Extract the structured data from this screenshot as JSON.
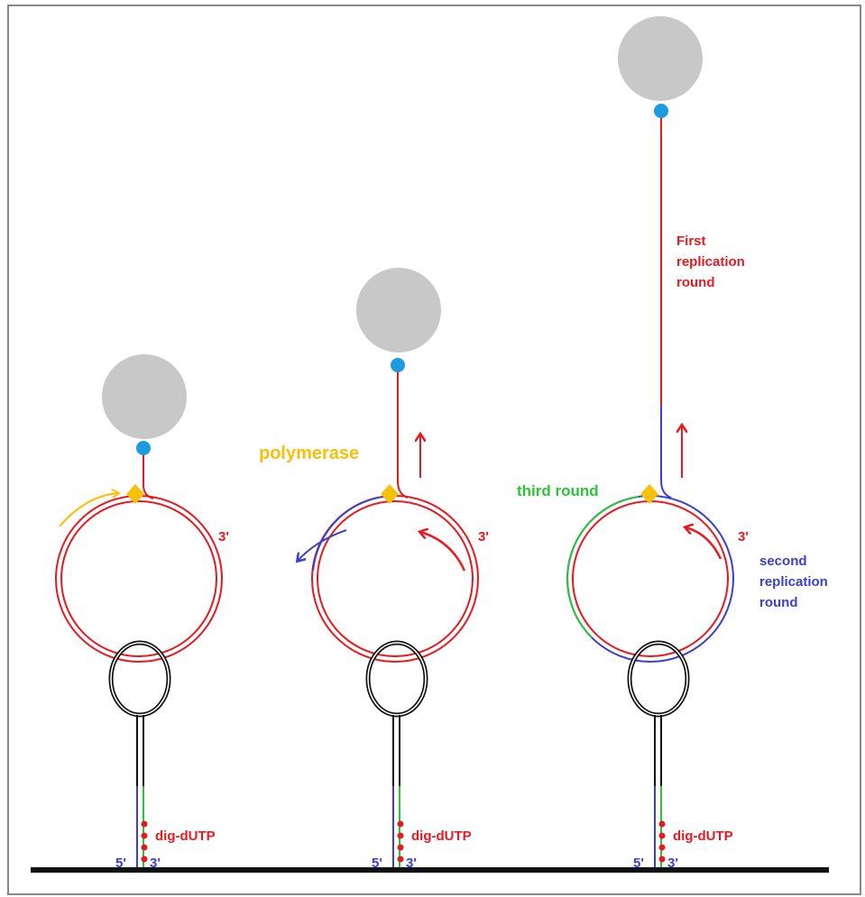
{
  "labels": {
    "polymerase": "polymerase",
    "third_round": "third round",
    "first_round": [
      "First",
      "replication",
      "round"
    ],
    "second_round": [
      "second",
      "replication",
      "round"
    ],
    "end_3": "3'",
    "end_5": "5'",
    "dig": "dig-dUTP"
  },
  "colors": {
    "red": "#e8191f",
    "blue": "#3a3fd0",
    "green": "#2ec43a",
    "yellow": "#f7c10a",
    "bead": "#c8c8c8",
    "anchor": "#1b9be0",
    "black": "#111111",
    "frame": "#888888"
  },
  "panels": [
    {
      "id": "stage-initial"
    },
    {
      "id": "stage-first-round"
    },
    {
      "id": "stage-rounds-2-3"
    }
  ]
}
